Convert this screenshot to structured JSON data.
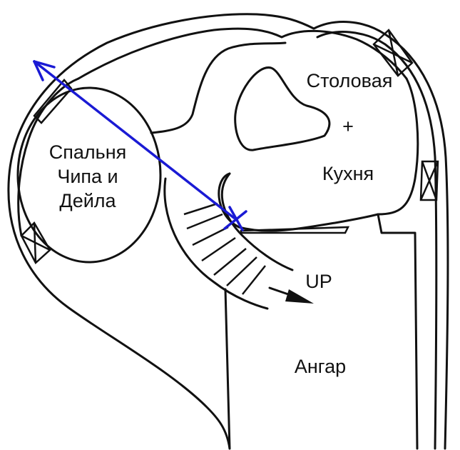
{
  "rooms": {
    "bedroom_line1": "Спальня",
    "bedroom_line2": "Чипа и",
    "bedroom_line3": "Дейла",
    "dining": "Столовая",
    "plus": "+",
    "kitchen": "Кухня",
    "hangar": "Ангар"
  },
  "stairs": {
    "up_label": "UP"
  },
  "colors": {
    "lines": "#111111",
    "marker": "#1a1ad4",
    "background": "#ffffff"
  }
}
